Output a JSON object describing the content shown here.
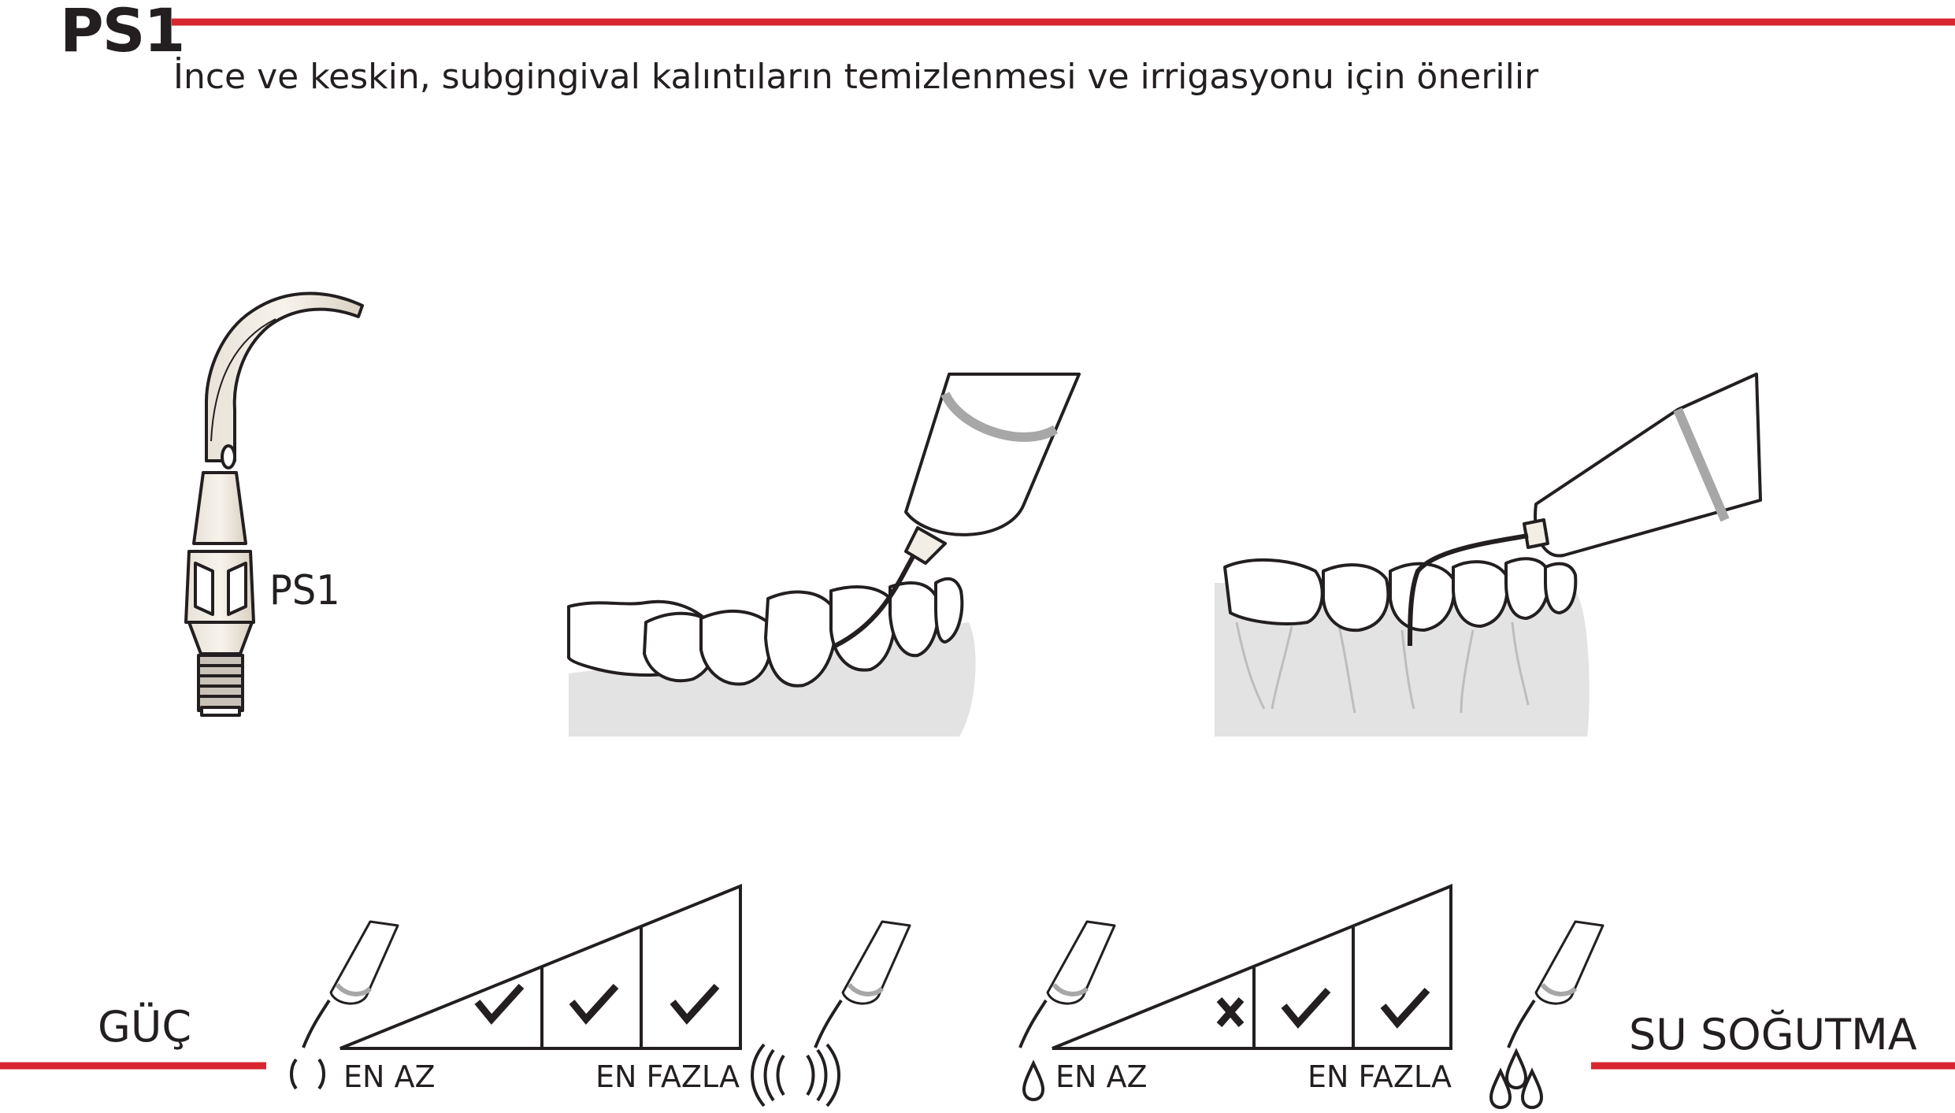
{
  "header": {
    "code": "PS1",
    "subtitle": "İnce ve keskin, subgingival kalıntıların temizlenmesi ve irrigasyonu için önerilir",
    "accent_color": "#d7262f"
  },
  "tip": {
    "label": "PS1"
  },
  "power": {
    "title": "GÜÇ",
    "min_label": "EN AZ",
    "max_label": "EN FAZLA",
    "levels": [
      "check",
      "check",
      "check"
    ],
    "low_icon": "low-vibration-icon",
    "high_icon": "high-vibration-icon"
  },
  "cooling": {
    "title": "SU SOĞUTMA",
    "min_label": "EN AZ",
    "max_label": "EN FAZLA",
    "levels": [
      "cross",
      "check",
      "check"
    ],
    "low_icon": "single-drop-icon",
    "high_icon": "triple-drop-icon"
  }
}
